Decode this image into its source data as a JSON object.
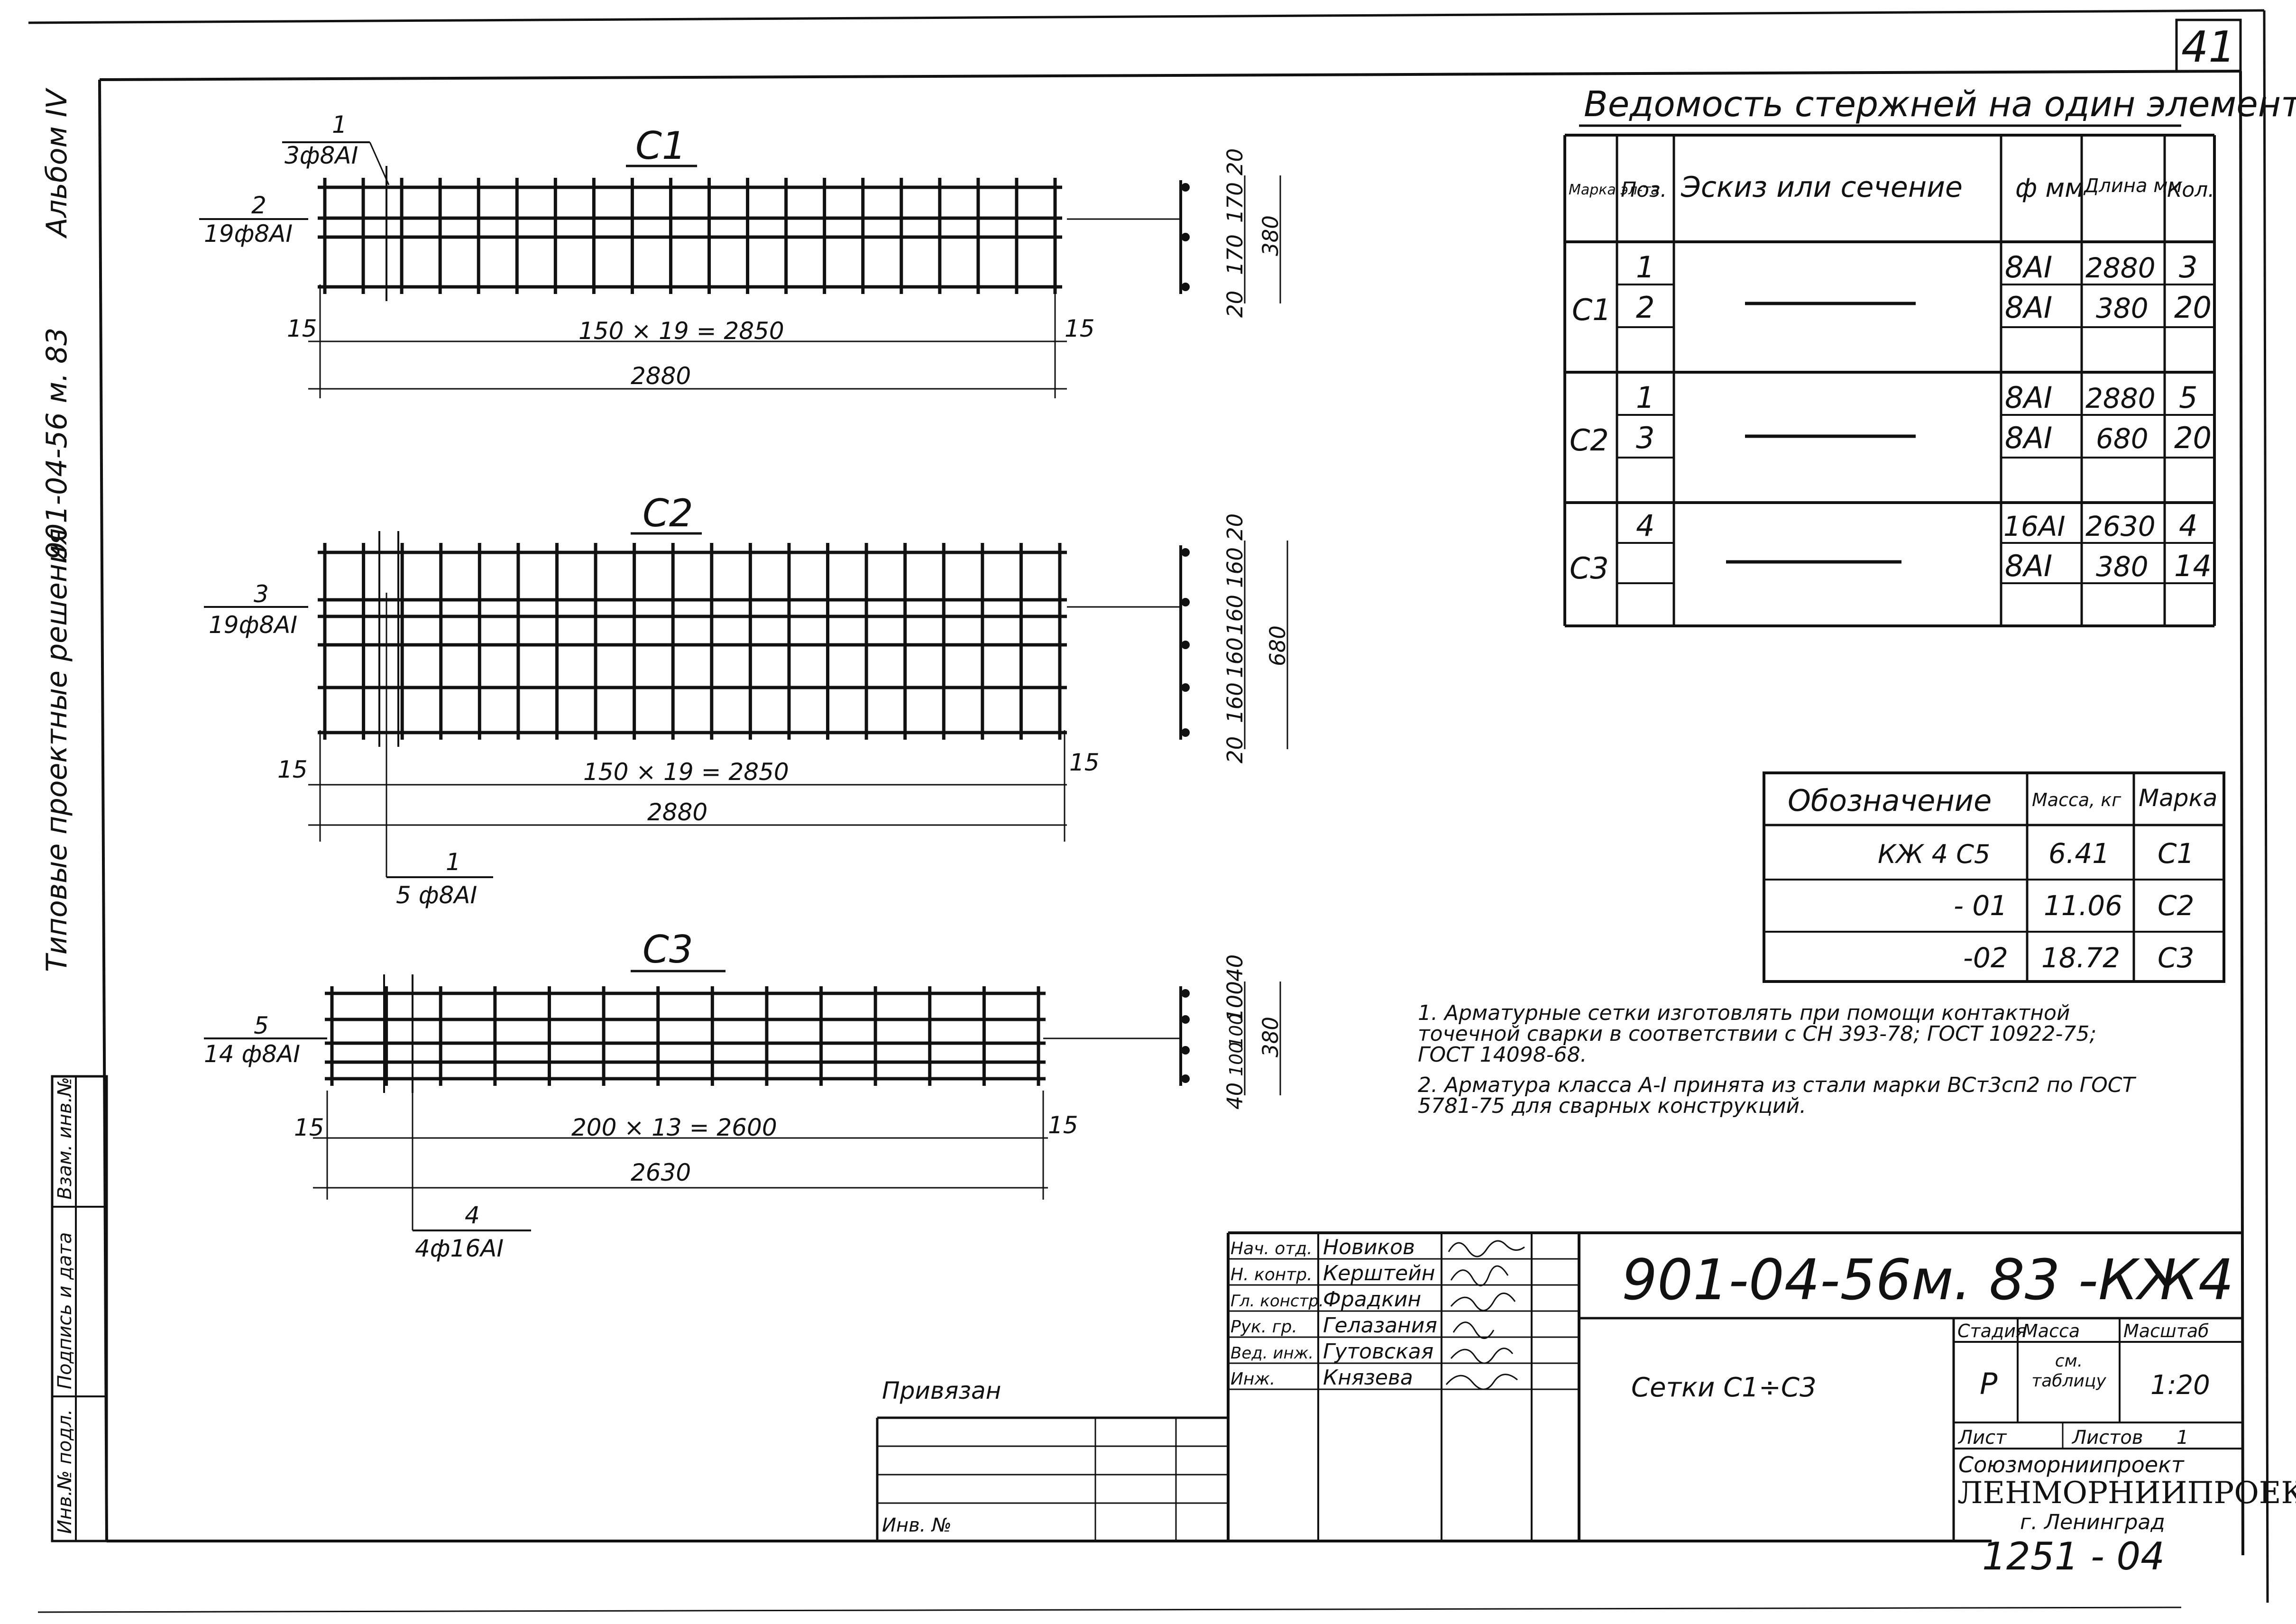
{
  "sheet_number": "41",
  "side_texts": {
    "album": "Альбом IV",
    "series": "901-04-56 м. 83",
    "typical": "Типовые проектные решения"
  },
  "left_stamp": {
    "inv_podl": "Инв.№ подл.",
    "sign_date": "Подпись и дата",
    "vzam": "Взам. инв.№"
  },
  "meshes": [
    {
      "title": "С1",
      "bars": [
        {
          "pos": "1",
          "spec": "3ф8АI"
        },
        {
          "pos": "2",
          "spec": "19ф8АI"
        }
      ],
      "dims": {
        "edge_left": "15",
        "edge_right": "15",
        "inner": "150 × 19 = 2850",
        "total": "2880"
      },
      "section_dims": [
        "20",
        "170",
        "170",
        "20"
      ],
      "section_total": "380"
    },
    {
      "title": "С2",
      "bars": [
        {
          "pos": "3",
          "spec": "19ф8АI"
        },
        {
          "pos": "1",
          "spec": "5 ф8АI"
        }
      ],
      "dims": {
        "edge_left": "15",
        "edge_right": "15",
        "inner": "150 × 19 = 2850",
        "total": "2880"
      },
      "section_dims": [
        "20",
        "160",
        "160",
        "160",
        "160",
        "20"
      ],
      "section_total": "680"
    },
    {
      "title": "С3",
      "bars": [
        {
          "pos": "5",
          "spec": "14 ф8АI"
        },
        {
          "pos": "4",
          "spec": "4ф16АI"
        }
      ],
      "dims": {
        "edge_left": "15",
        "edge_right": "15",
        "inner": "200 × 13 = 2600",
        "total": "2630"
      },
      "section_dims": [
        "40",
        "100",
        "100",
        "100",
        "40"
      ],
      "section_total": "380"
    }
  ],
  "bar_schedule": {
    "title": "Ведомость стержней на один элемент",
    "headers": [
      "Марка эл-та",
      "Поз.",
      "Эскиз или сечение",
      "ф мм",
      "Длина мм",
      "Кол."
    ],
    "groups": [
      {
        "mark": "С1",
        "rows": [
          {
            "pos": "1",
            "dia": "8АI",
            "len": "2880",
            "qty": "3"
          },
          {
            "pos": "2",
            "dia": "8АI",
            "len": "380",
            "qty": "20"
          }
        ]
      },
      {
        "mark": "С2",
        "rows": [
          {
            "pos": "1",
            "dia": "8АI",
            "len": "2880",
            "qty": "5"
          },
          {
            "pos": "3",
            "dia": "8АI",
            "len": "680",
            "qty": "20"
          }
        ]
      },
      {
        "mark": "С3",
        "rows": [
          {
            "pos": "4",
            "dia": "16АI",
            "len": "2630",
            "qty": "4"
          },
          {
            "pos": "",
            "dia": "8АI",
            "len": "380",
            "qty": "14"
          }
        ]
      }
    ]
  },
  "mass_table": {
    "headers": [
      "Обозначение",
      "Масса, кг",
      "Марка"
    ],
    "rows": [
      {
        "designation": "КЖ 4 С5",
        "mass": "6.41",
        "mark": "С1"
      },
      {
        "designation": "- 01",
        "mass": "11.06",
        "mark": "С2"
      },
      {
        "designation": "-02",
        "mass": "18.72",
        "mark": "С3"
      }
    ]
  },
  "notes": [
    "1. Арматурные сетки изготовлять при помощи контактной точечной сварки в соответствии с СН 393-78; ГОСТ 10922-75; ГОСТ 14098-68.",
    "2. Арматура класса А-I принята из стали марки ВСт3сп2 по ГОСТ 5781-75 для сварных конструкций."
  ],
  "title_block": {
    "doc_code": "901-04-56м. 83 -КЖ4",
    "title": "Сетки С1÷С3",
    "signatures": [
      {
        "role": "Нач. отд.",
        "name": "Новиков"
      },
      {
        "role": "Н. контр.",
        "name": "Керштейн"
      },
      {
        "role": "Гл. констр.",
        "name": "Фрадкин"
      },
      {
        "role": "Рук. гр.",
        "name": "Гелазания"
      },
      {
        "role": "Вед. инж.",
        "name": "Гутовская"
      },
      {
        "role": "Инж.",
        "name": "Князева"
      }
    ],
    "stage_label": "Стадия",
    "mass_label": "Масса",
    "scale_label": "Масштаб",
    "stage": "Р",
    "mass": "см. таблицу",
    "scale": "1:20",
    "sheet_label": "Лист",
    "sheets_label": "Листов",
    "sheets": "1",
    "org1": "Союзморниипроект",
    "org2": "ЛЕНМОРНИИПРОЕКТ",
    "city": "г. Ленинград",
    "tied": "Привязан",
    "inv": "Инв. №"
  },
  "bottom_number": "1251 - 04"
}
